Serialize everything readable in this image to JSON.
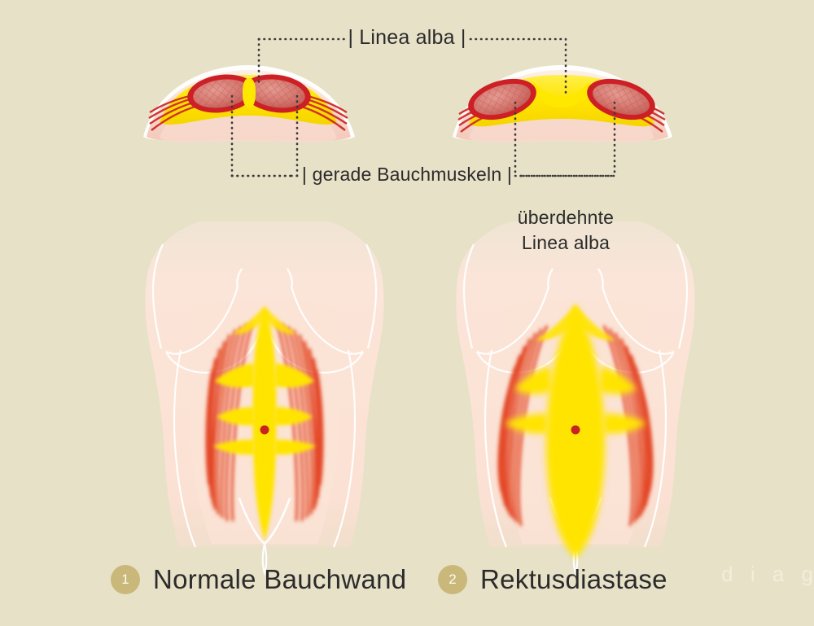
{
  "background_color": "#e7e1c8",
  "labels": {
    "linea_alba": "Linea alba",
    "gerade_bauchmuskeln": "gerade Bauchmuskeln",
    "ueberdehnte_line1": "überdehnte",
    "ueberdehnte_line2": "Linea alba",
    "bracket_left": "|",
    "bracket_right": "|"
  },
  "captions": [
    {
      "number": "1",
      "text": "Normale Bauchwand"
    },
    {
      "number": "2",
      "text": "Rektusdiastase"
    }
  ],
  "watermark": "d i a g",
  "colors": {
    "background": "#e7e1c8",
    "badge": "#c9b87a",
    "badge_text": "#fffdf4",
    "text": "#2b2b2b",
    "skin": "#fbe3d5",
    "skin_light": "#fdeee6",
    "muscle_red": "#d6232b",
    "muscle_dark": "#b01f26",
    "muscle_fill": "#d9736e",
    "linea_yellow": "#ffe800",
    "navel": "#c62420",
    "leader_line": "#3a3a3a",
    "outline_white": "#ffffff",
    "watermark": "#f2eeda"
  },
  "diagram": {
    "cross_sections": [
      {
        "name": "normal-cross-section",
        "description": "Querschnitt normale Bauchwand: zwei gerade Bauchmuskeln dicht beieinander, schmale Linea alba",
        "linea_alba_width": "schmal"
      },
      {
        "name": "diastasis-cross-section",
        "description": "Querschnitt Rektusdiastase: gerade Bauchmuskeln auseinandergewichen, überdehnte Linea alba",
        "linea_alba_width": "breit"
      }
    ],
    "torsos": [
      {
        "name": "normal-torso",
        "description": "Frontale Ansicht normale Bauchwand mit schmalem gelbem Mittelstreifen"
      },
      {
        "name": "diastasis-torso",
        "description": "Frontale Ansicht Rektusdiastase mit breitem linsenförmigem gelbem Mittelfeld"
      }
    ]
  }
}
